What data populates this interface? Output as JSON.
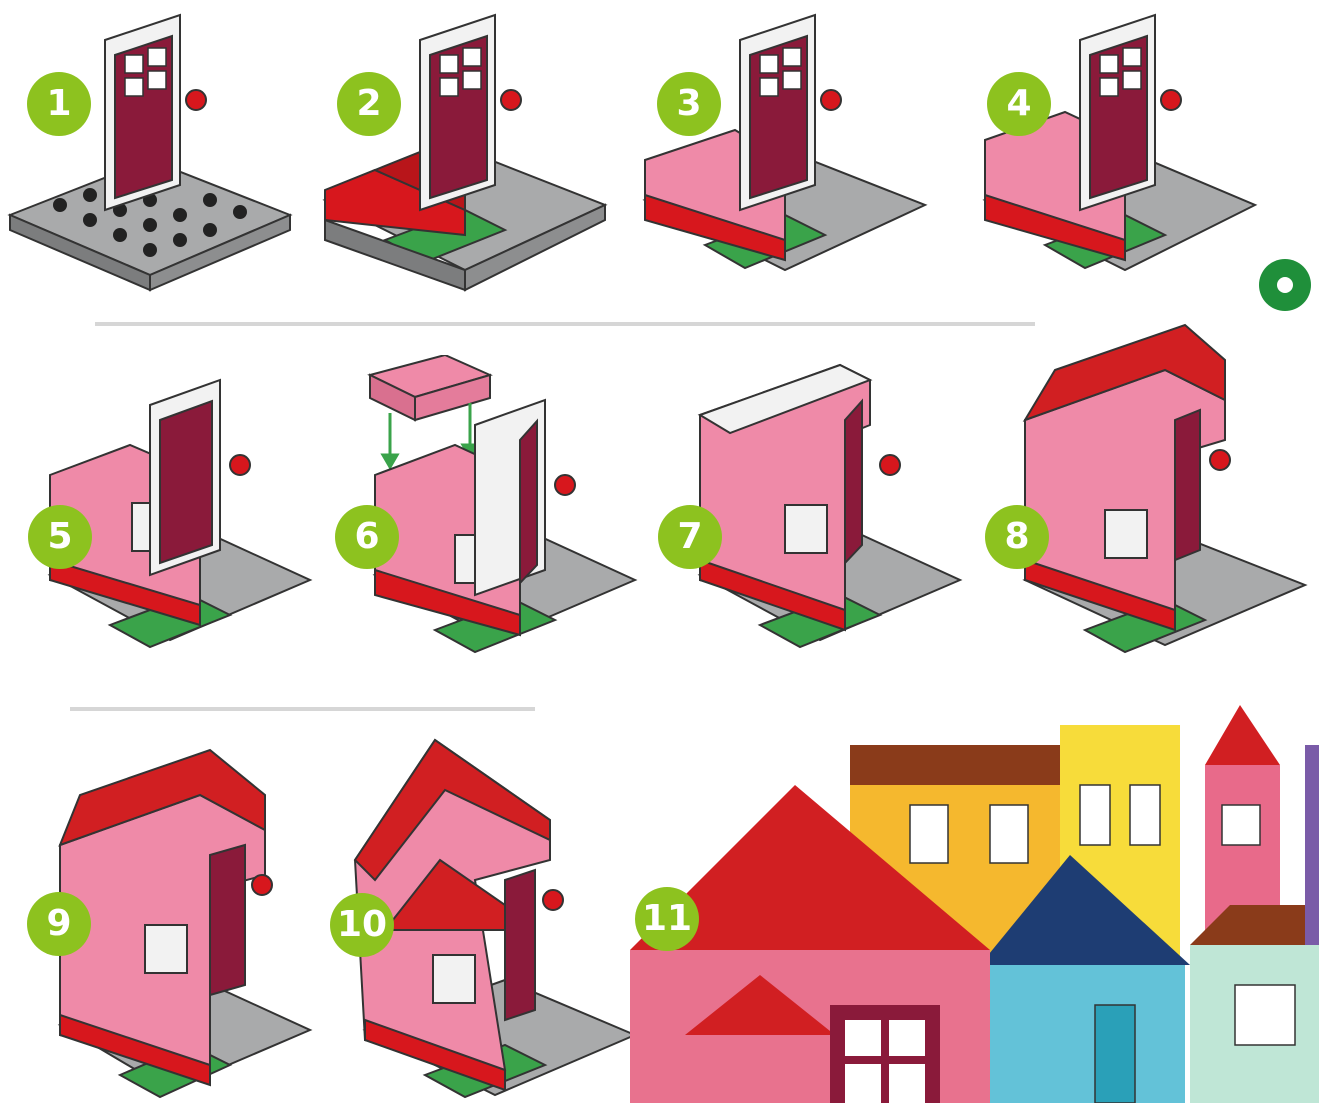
{
  "steps": [
    {
      "number": "1"
    },
    {
      "number": "2"
    },
    {
      "number": "3"
    },
    {
      "number": "4"
    },
    {
      "number": "5"
    },
    {
      "number": "6"
    },
    {
      "number": "7"
    },
    {
      "number": "8"
    },
    {
      "number": "9"
    },
    {
      "number": "10"
    },
    {
      "number": "11"
    }
  ],
  "colors": {
    "badge": "#8dc21f",
    "baseplate": "#a9aaab",
    "door_frame": "#f2f2f2",
    "door": "#8a1a3a",
    "brick_red": "#d7171d",
    "brick_pink": "#ef8aa8",
    "grass": "#3aa34a",
    "roof_red": "#d11f22",
    "divider": "#d6d6d6",
    "flower_green": "#1f8f3a"
  },
  "icons": [
    "green-flower-piece-icon",
    "down-arrow-icon"
  ]
}
